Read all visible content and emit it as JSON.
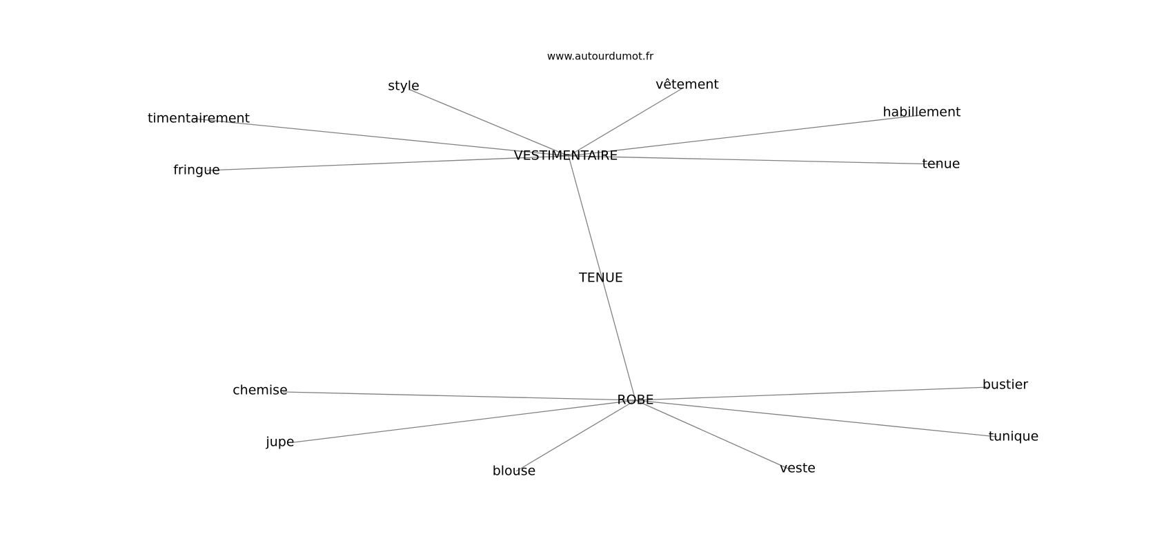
{
  "site": "www.autourdumot.fr",
  "nodes": [
    {
      "id": "tenue_center",
      "label": "TENUE"
    },
    {
      "id": "vestimentaire",
      "label": "VESTIMENTAIRE"
    },
    {
      "id": "robe",
      "label": "ROBE"
    },
    {
      "id": "style",
      "label": "style"
    },
    {
      "id": "vetement",
      "label": "vêtement"
    },
    {
      "id": "timentairement",
      "label": "timentairement"
    },
    {
      "id": "habillement",
      "label": "habillement"
    },
    {
      "id": "fringue",
      "label": "fringue"
    },
    {
      "id": "tenue",
      "label": "tenue"
    },
    {
      "id": "chemise",
      "label": "chemise"
    },
    {
      "id": "bustier",
      "label": "bustier"
    },
    {
      "id": "jupe",
      "label": "jupe"
    },
    {
      "id": "tunique",
      "label": "tunique"
    },
    {
      "id": "blouse",
      "label": "blouse"
    },
    {
      "id": "veste",
      "label": "veste"
    }
  ],
  "edges": [
    [
      "vestimentaire",
      "style"
    ],
    [
      "vestimentaire",
      "vetement"
    ],
    [
      "vestimentaire",
      "timentairement"
    ],
    [
      "vestimentaire",
      "habillement"
    ],
    [
      "vestimentaire",
      "fringue"
    ],
    [
      "vestimentaire",
      "tenue"
    ],
    [
      "vestimentaire",
      "robe"
    ],
    [
      "robe",
      "chemise"
    ],
    [
      "robe",
      "bustier"
    ],
    [
      "robe",
      "jupe"
    ],
    [
      "robe",
      "tunique"
    ],
    [
      "robe",
      "blouse"
    ],
    [
      "robe",
      "veste"
    ]
  ]
}
